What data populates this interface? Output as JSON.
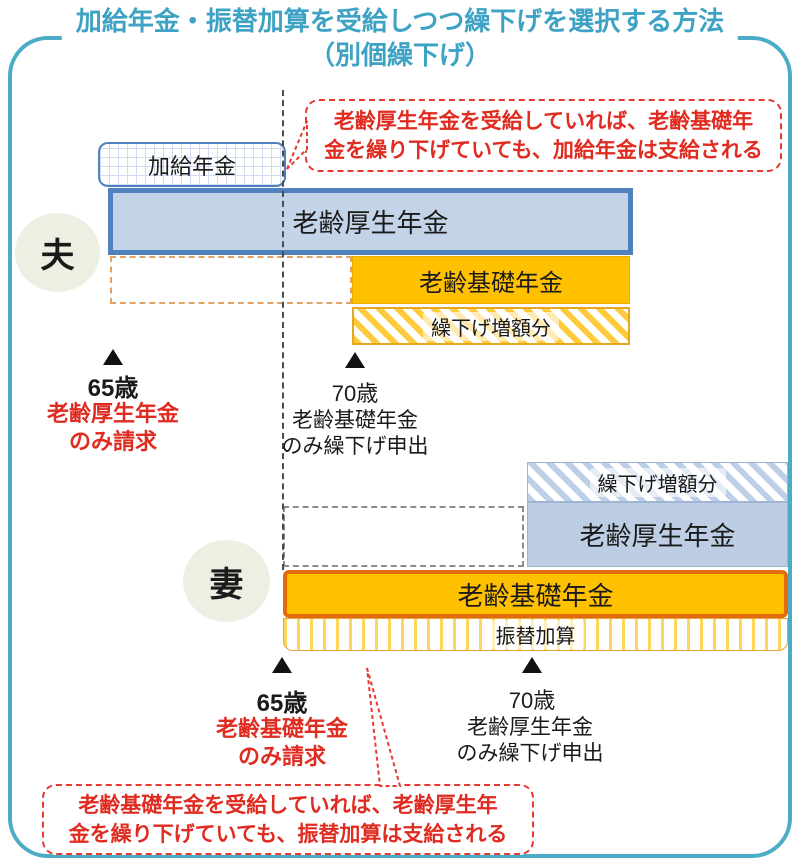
{
  "title": {
    "line1": "加給年金・振替加算を受給しつつ繰下げを選択する方法",
    "line2": "（別個繰下げ）"
  },
  "colors": {
    "frame_teal": "#4BACC6",
    "title_teal": "#3EA2C4",
    "callout_red": "#E02B20",
    "kosei_blue_fill": "#C3D4E9",
    "kosei_blue_border": "#4F81BD",
    "kiso_orange": "#FFC000",
    "kiso_orange_border": "#E36C09",
    "circle_bg": "#EDEFE2"
  },
  "callout_top": {
    "line1": "老齢厚生年金を受給していれば、老齢基礎年",
    "line2": "金を繰り下げていても、加給年金は支給される"
  },
  "callout_bottom": {
    "line1": "老齢基礎年金を受給していれば、老齢厚生年",
    "line2": "金を繰り下げていても、振替加算は支給される"
  },
  "husband": {
    "label": "夫",
    "kakyu": "加給年金",
    "kosei": "老齢厚生年金",
    "kiso": "老齢基礎年金",
    "zougaku": "繰下げ増額分",
    "age65": "65歳",
    "age65_line1": "老齢厚生年金",
    "age65_line2": "のみ請求",
    "age70": "70歳",
    "age70_line1": "老齢基礎年金",
    "age70_line2": "のみ繰下げ申出"
  },
  "wife": {
    "label": "妻",
    "zougaku": "繰下げ増額分",
    "kosei": "老齢厚生年金",
    "kiso": "老齢基礎年金",
    "furikae": "振替加算",
    "age65": "65歳",
    "age65_line1": "老齢基礎年金",
    "age65_line2": "のみ請求",
    "age70": "70歳",
    "age70_line1": "老齢厚生年金",
    "age70_line2": "のみ繰下げ申出"
  }
}
